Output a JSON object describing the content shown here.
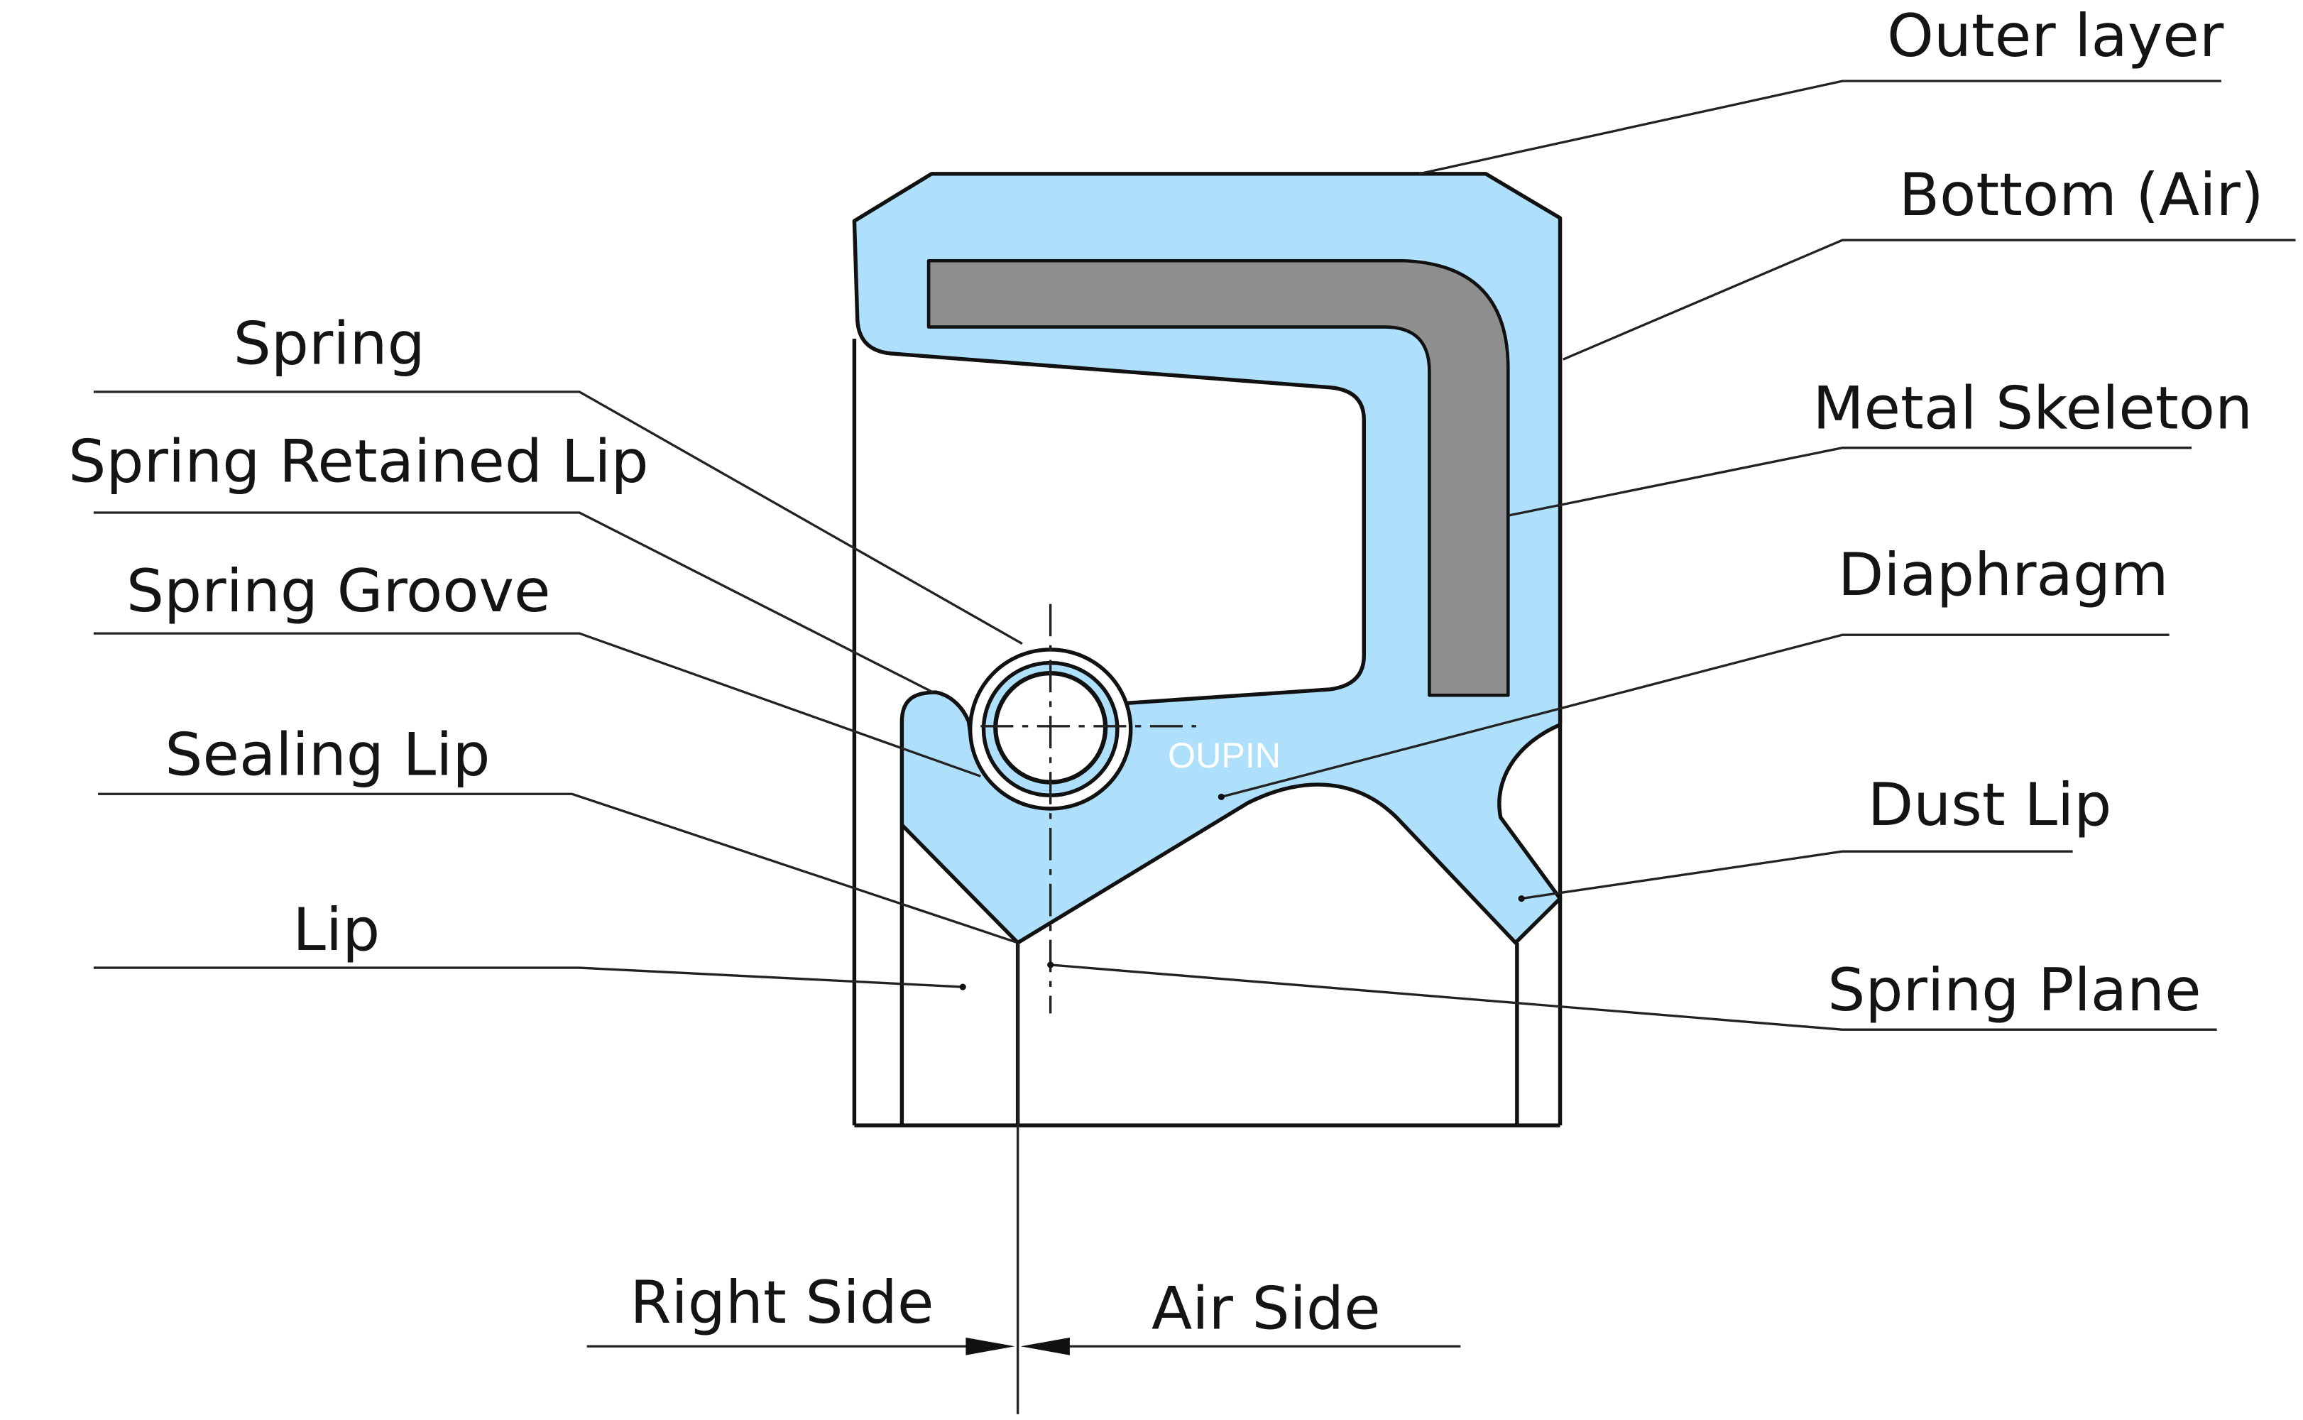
{
  "labels": {
    "outer_layer": "Outer layer",
    "bottom_air": "Bottom (Air)",
    "metal_skeleton": "Metal Skeleton",
    "diaphragm": "Diaphragm",
    "dust_lip": "Dust Lip",
    "spring_plane": "Spring Plane",
    "spring": "Spring",
    "spring_retained_lip": "Spring Retained Lip",
    "spring_groove": "Spring Groove",
    "sealing_lip": "Sealing Lip",
    "lip": "Lip",
    "right_side": "Right Side",
    "air_side": "Air Side"
  },
  "watermark": "OUPIN",
  "colors": {
    "rubber_body": "#aee0fc",
    "metal_skeleton": "#8f8f8f",
    "outline": "#111111",
    "background": "#ffffff"
  }
}
